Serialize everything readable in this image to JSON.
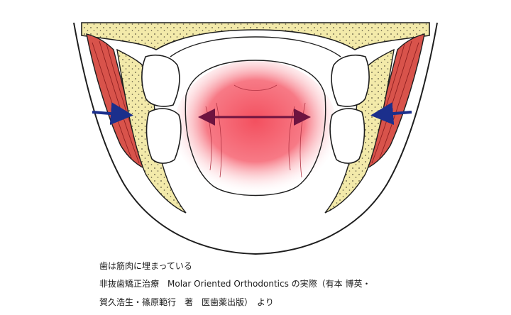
{
  "caption": {
    "line1": "歯は筋肉に埋まっている",
    "line2": "非抜歯矯正治療　Molar Oriented Orthodontics の実際（有本 博英・",
    "line3": "賀久浩生・篠原範行　著　医歯薬出版）　より"
  },
  "colors": {
    "outline": "#1e1e1e",
    "bone": "#f3eaaa",
    "bone_dots": "#5a5540",
    "muscle": "#d8534b",
    "muscle_fiber": "#8e1f1f",
    "tongue_center": "#f3505f",
    "tongue_edge": "#ffffff",
    "compression_arrow": "#1b2f8c",
    "tongue_arrow": "#6e1440"
  },
  "icons": {
    "left_cheek_arrow": "arrow-right",
    "right_cheek_arrow": "arrow-left",
    "tongue_arrow": "arrow-left-right"
  }
}
